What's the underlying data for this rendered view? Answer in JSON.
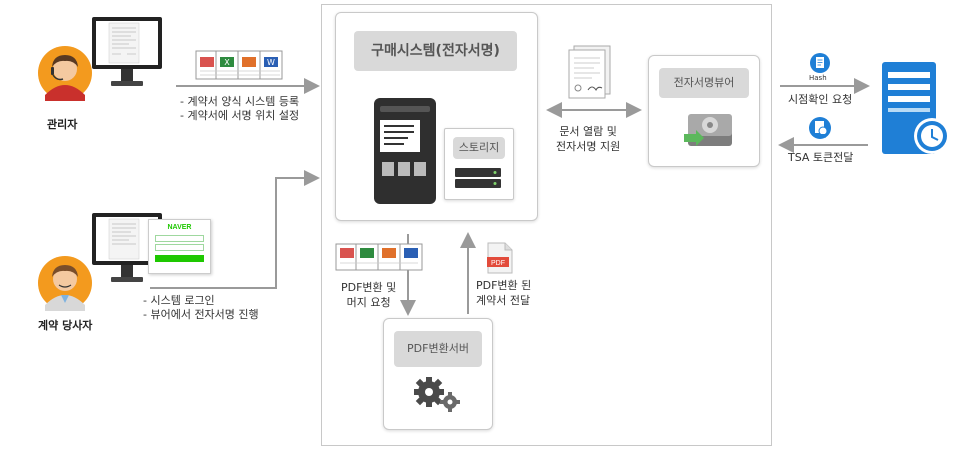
{
  "actors": {
    "admin": {
      "label": "관리자",
      "steps": [
        "- 계약서 양식 시스템 등록",
        "- 계약서에 서명 위치 설정"
      ]
    },
    "party": {
      "label": "계약 당사자",
      "steps": [
        "- 시스템 로그인",
        "- 뷰어에서 전자서명 진행"
      ]
    }
  },
  "main_system": {
    "title": "구매시스템(전자서명)",
    "storage": "스토리지"
  },
  "viewer": {
    "title": "전자서명뷰어",
    "link_label": [
      "문서 열람 및",
      "전자서명 지원"
    ]
  },
  "pdf_server": {
    "title": "PDF변환서버",
    "request": [
      "PDF변환 및",
      "머지 요청"
    ],
    "delivery": [
      "PDF변환 된",
      "계약서 전달"
    ]
  },
  "tsa": {
    "hash_badge": "Hash",
    "request": "시점확인 요청",
    "response": "TSA 토큰전달"
  },
  "icons": {
    "naver_logo": "NAVER",
    "pdf_badge": "PDF",
    "word_letter": "W",
    "excel_letter": "X"
  },
  "colors": {
    "accent_blue": "#1f7fd6",
    "arrow_gray": "#9a9a9a",
    "avatar_orange": "#f39a1e"
  }
}
